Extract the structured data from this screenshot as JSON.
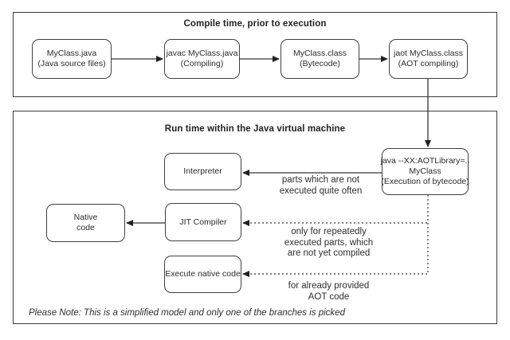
{
  "diagram": {
    "compile_section": {
      "title": "Compile time, prior to execution",
      "nodes": {
        "source": {
          "lines": [
            "MyClass.java",
            "(Java source files)"
          ]
        },
        "javac": {
          "lines": [
            "javac MyClass.java",
            "(Compiling)"
          ]
        },
        "class": {
          "lines": [
            "MyClass.class",
            "(Bytecode)"
          ]
        },
        "jaot": {
          "lines": [
            "jaot MyClass.class",
            "(AOT compiling)"
          ]
        }
      }
    },
    "runtime_section": {
      "title": "Run time within the Java virtual machine",
      "nodes": {
        "exec_bytecode": {
          "lines": [
            "java --XX:AOTLibrary=..",
            "MyClass",
            "(Execution of bytecode)"
          ]
        },
        "interpreter": {
          "lines": [
            "Interpreter"
          ]
        },
        "native_code": {
          "lines": [
            "Native",
            "code"
          ]
        },
        "jit_compiler": {
          "lines": [
            "JIT Compiler"
          ]
        },
        "exec_native": {
          "lines": [
            "Execute native code"
          ]
        }
      },
      "annotations": {
        "interpreter_note": {
          "lines": [
            "parts which are not",
            "executed quite often"
          ]
        },
        "jit_note": {
          "lines": [
            "only for repeatedly",
            "executed parts, which",
            "are not yet compiled"
          ]
        },
        "aot_note": {
          "lines": [
            "for already provided",
            "AOT code"
          ]
        }
      },
      "footnote": "Please Note: This is a simplified model and only one of the branches is picked"
    },
    "colors": {
      "line": "#333333",
      "border": "#3a3a3a",
      "background": "#ffffff"
    }
  }
}
